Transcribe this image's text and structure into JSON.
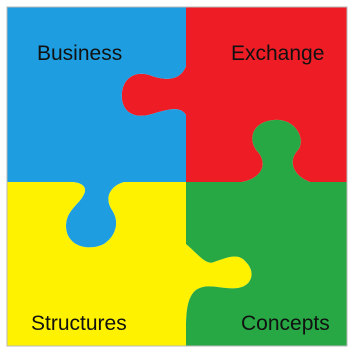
{
  "pieces": [
    {
      "id": "top-left",
      "label": "Business",
      "color": "#1E9EE0"
    },
    {
      "id": "top-right",
      "label": "Exchange",
      "color": "#EE1C25"
    },
    {
      "id": "bottom-left",
      "label": "Structures",
      "color": "#FEF200"
    },
    {
      "id": "bottom-right",
      "label": "Concepts",
      "color": "#27A844"
    }
  ],
  "outline_color": "#B8B8B8"
}
